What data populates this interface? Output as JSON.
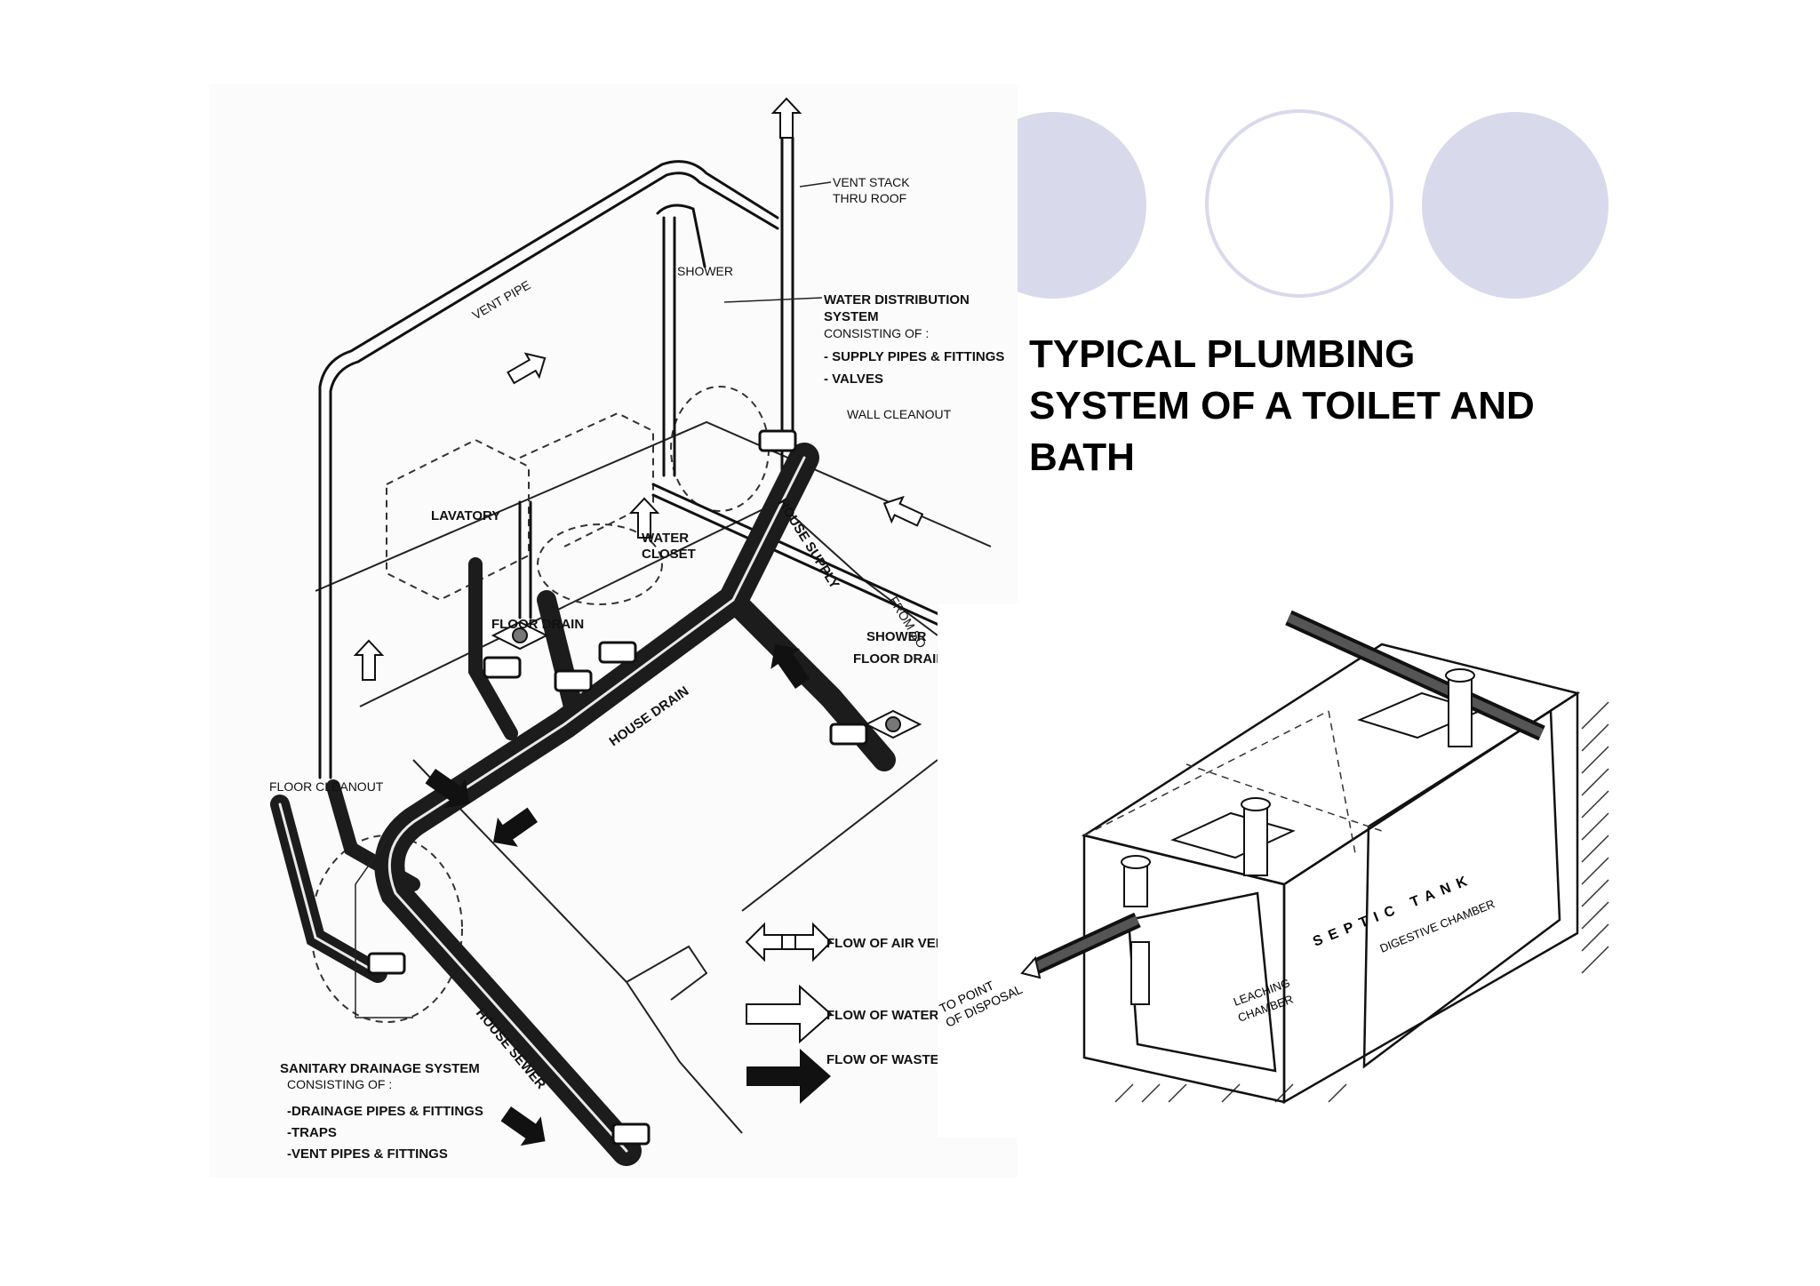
{
  "slide": {
    "title_lines": [
      "TYPICAL PLUMBING",
      "SYSTEM OF A TOILET AND",
      "BATH"
    ],
    "decoration_colors": {
      "fill": "#d9d9ec",
      "outline": "#d9d9ec",
      "background": "#ffffff"
    }
  },
  "plumbing_diagram": {
    "labels": {
      "vent_stack": [
        "VENT STACK",
        "THRU ROOF"
      ],
      "vent_pipe": "VENT PIPE",
      "shower": "SHOWER",
      "water_distribution": [
        "WATER DISTRIBUTION",
        "SYSTEM",
        "CONSISTING OF :",
        "- SUPPLY PIPES & FITTINGS",
        "- VALVES"
      ],
      "wall_cleanout": "WALL CLEANOUT",
      "lavatory": "LAVATORY",
      "water_closet": [
        "WATER",
        "CLOSET"
      ],
      "house_supply": "HOUSE SUPPLY",
      "from_source": "FROM SO",
      "floor_drain": "FLOOR DRAIN",
      "shower_floor_drain": [
        "SHOWER",
        "FLOOR DRAIN"
      ],
      "house_drain": "HOUSE DRAIN",
      "floor_cleanout": "FLOOR CLEANOUT",
      "house_sewer": "HOUSE SEWER",
      "sanitary_drainage": [
        "SANITARY DRAINAGE SYSTEM",
        "CONSISTING OF :",
        "-DRAINAGE PIPES & FITTINGS",
        "-TRAPS",
        "-VENT PIPES & FITTINGS"
      ]
    },
    "legend": [
      {
        "icon": "air-vent-arrow-icon",
        "label": "FLOW OF AIR VENT"
      },
      {
        "icon": "water-supply-arrow-icon",
        "label": "FLOW OF WATER SU"
      },
      {
        "icon": "waste-arrow-icon",
        "label": "FLOW OF WASTE W"
      }
    ]
  },
  "septic_diagram": {
    "labels": {
      "to_point": [
        "TO POINT",
        "OF DISPOSAL"
      ],
      "septic_tank": "SEPTIC TANK",
      "digestive_chamber": "DIGESTIVE CHAMBER",
      "leaching_chamber": [
        "LEACHING",
        "CHAMBER"
      ]
    }
  }
}
